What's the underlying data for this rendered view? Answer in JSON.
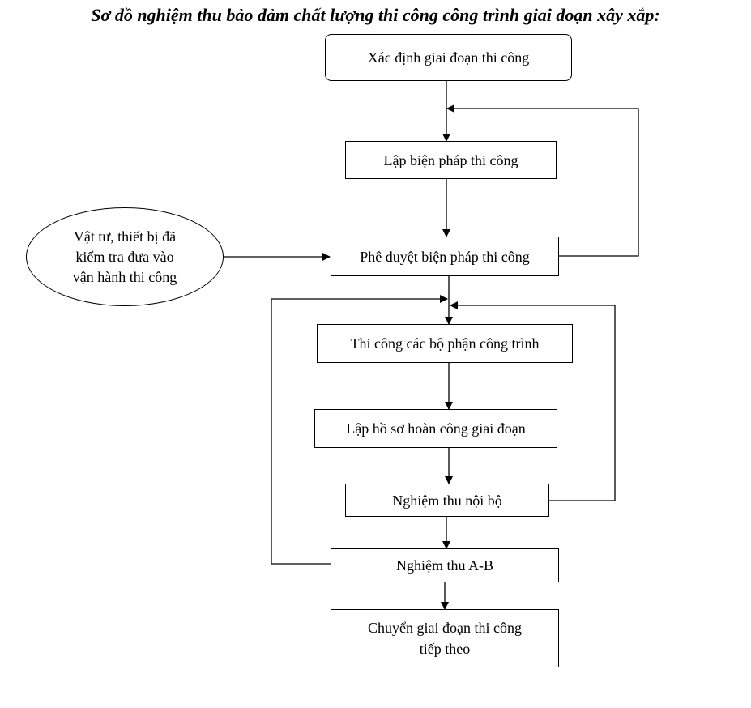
{
  "title": "Sơ đồ nghiệm thu bảo đảm chất lượng thi công công trình giai đoạn xây xắp:",
  "nodes": {
    "define_stage": "Xác định giai đoạn thi công",
    "plan_method": "Lập biện pháp thi công",
    "approve_method": "Phê duyệt biện pháp thi công",
    "materials_ready": "Vật tư, thiết bị đã\nkiểm tra đưa vào\nvận hành thi công",
    "construct_parts": "Thi công các bộ phận công trình",
    "completion_records": "Lập hồ sơ hoàn công giai đoạn",
    "internal_acceptance": "Nghiệm thu nội bộ",
    "ab_acceptance": "Nghiệm thu A-B",
    "next_stage": "Chuyển giai đoạn thi công\ntiếp theo"
  }
}
